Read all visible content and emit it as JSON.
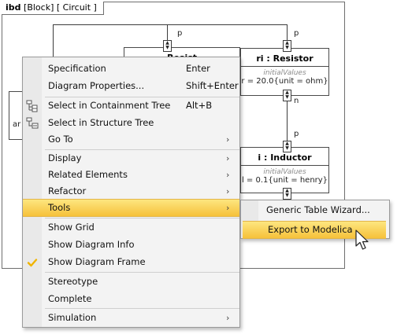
{
  "diagram": {
    "frame_label_type": "ibd",
    "frame_label_rest": "[Block] [ Circuit ]",
    "blocks": {
      "resistor_left_title": "Resist",
      "resistor_title": "ri : Resistor",
      "resistor_section": "initialValues",
      "resistor_value": "r = 20.0{unit = ohm}",
      "inductor_title": "i : Inductor",
      "inductor_section": "initialValues",
      "inductor_value": "l = 0.1{unit = henry}",
      "partial_label": "ar"
    },
    "port_labels": {
      "p1": "p",
      "p2": "p",
      "n": "n",
      "p3": "p"
    }
  },
  "context_menu": {
    "items": [
      {
        "label": "Specification",
        "shortcut": "Enter"
      },
      {
        "label": "Diagram Properties...",
        "shortcut": "Shift+Enter"
      },
      {
        "label": "Select in Containment Tree",
        "shortcut": "Alt+B",
        "icon": "containment-tree-icon"
      },
      {
        "label": "Select in Structure Tree",
        "icon": "structure-tree-icon"
      },
      {
        "label": "Go To",
        "submenu": true
      },
      {
        "label": "Display",
        "submenu": true
      },
      {
        "label": "Related Elements",
        "submenu": true
      },
      {
        "label": "Refactor",
        "submenu": true
      },
      {
        "label": "Tools",
        "submenu": true,
        "highlighted": true
      },
      {
        "label": "Show Grid"
      },
      {
        "label": "Show Diagram Info"
      },
      {
        "label": "Show Diagram Frame",
        "checked": true
      },
      {
        "label": "Stereotype"
      },
      {
        "label": "Complete"
      },
      {
        "label": "Simulation",
        "submenu": true
      }
    ]
  },
  "tools_submenu": {
    "items": [
      {
        "label": "Generic Table Wizard..."
      },
      {
        "label": "Export to Modelica",
        "highlighted": true
      }
    ]
  },
  "colors": {
    "highlight": "#f8cc4a",
    "menu_bg": "#f3f3f3",
    "checkmark": "#f0b400"
  }
}
